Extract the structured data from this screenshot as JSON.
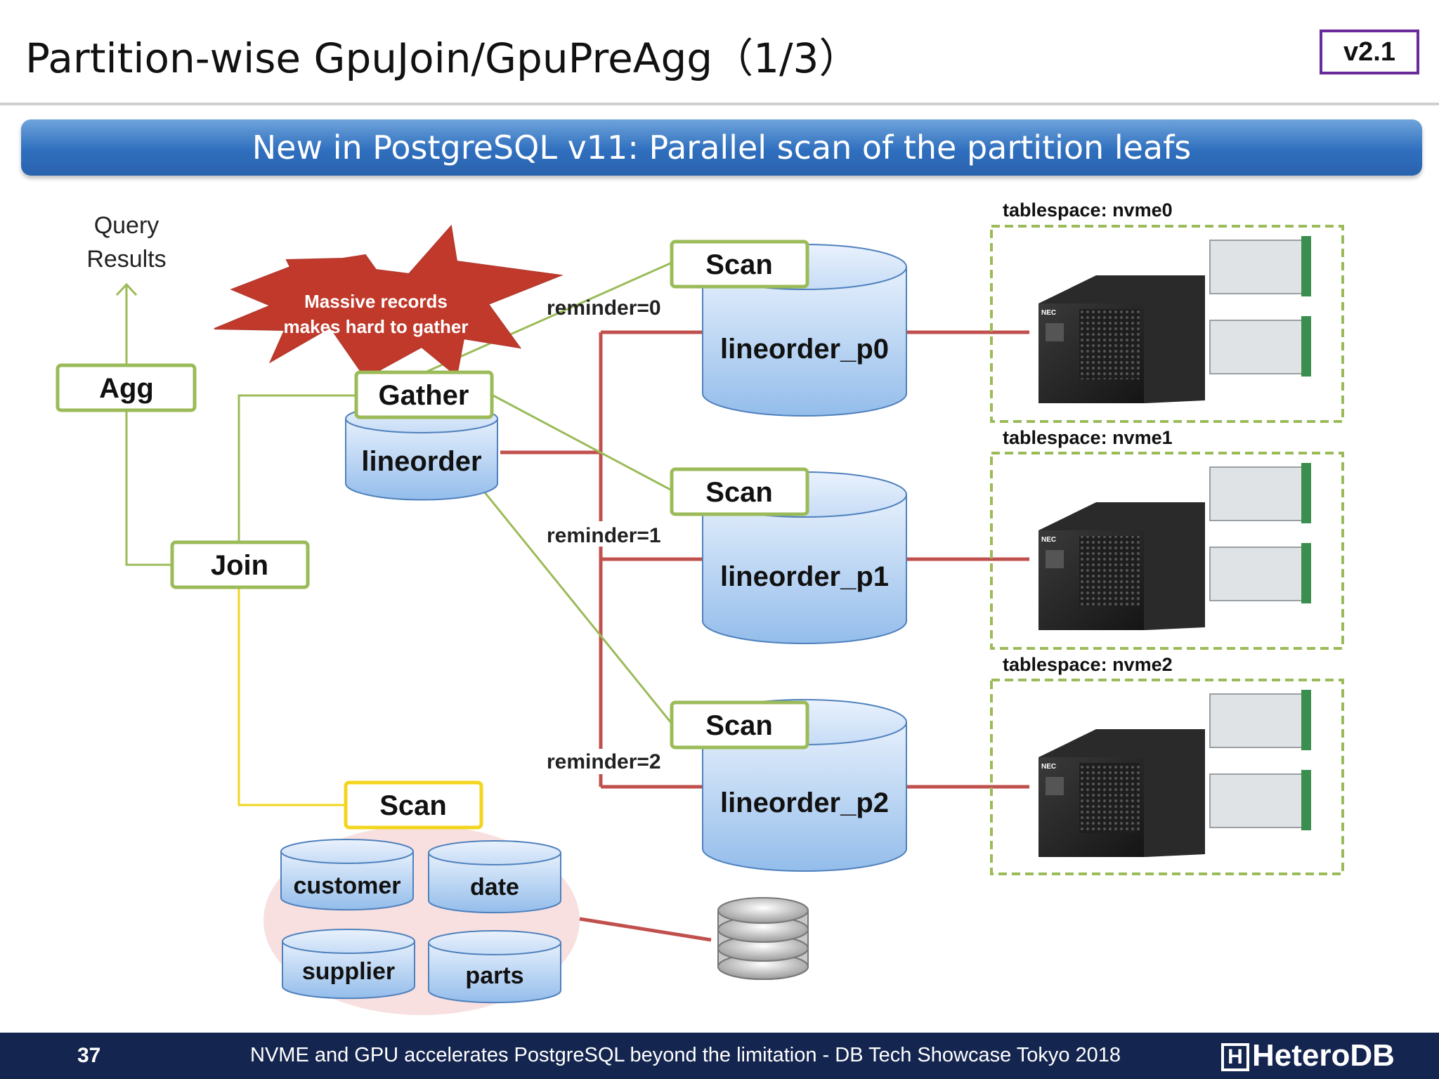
{
  "slide": {
    "title": "Partition-wise GpuJoin/GpuPreAgg（1/3）",
    "version": "v2.1",
    "banner": "New in PostgreSQL v11: Parallel scan of the partition leafs"
  },
  "diagram": {
    "query_results": [
      "Query",
      "Results"
    ],
    "agg": "Agg",
    "join": "Join",
    "gather": "Gather",
    "lineorder": "lineorder",
    "burst": [
      "Massive records",
      "makes hard to gather"
    ],
    "scan": "Scan",
    "partitions": [
      {
        "name": "lineorder_p0",
        "reminder": "reminder=0",
        "tablespace": "tablespace: nvme0"
      },
      {
        "name": "lineorder_p1",
        "reminder": "reminder=1",
        "tablespace": "tablespace: nvme1"
      },
      {
        "name": "lineorder_p2",
        "reminder": "reminder=2",
        "tablespace": "tablespace: nvme2"
      }
    ],
    "dimension_tables": [
      "customer",
      "date",
      "supplier",
      "parts"
    ],
    "device_brand": "NEC"
  },
  "footer": {
    "page": "37",
    "text": "NVME and GPU accelerates PostgreSQL beyond the limitation - DB Tech Showcase Tokyo 2018",
    "logo_mark": "H",
    "logo": "HeteroDB"
  },
  "colors": {
    "green_border": "#9bbb59",
    "yellow_border": "#f2d51c",
    "red_line": "#c0504d",
    "cylinder_light": "#dbe9fb",
    "cylinder_dark": "#9cc2ec",
    "burst": "#c0392b",
    "banner": "#2f6fbe"
  }
}
